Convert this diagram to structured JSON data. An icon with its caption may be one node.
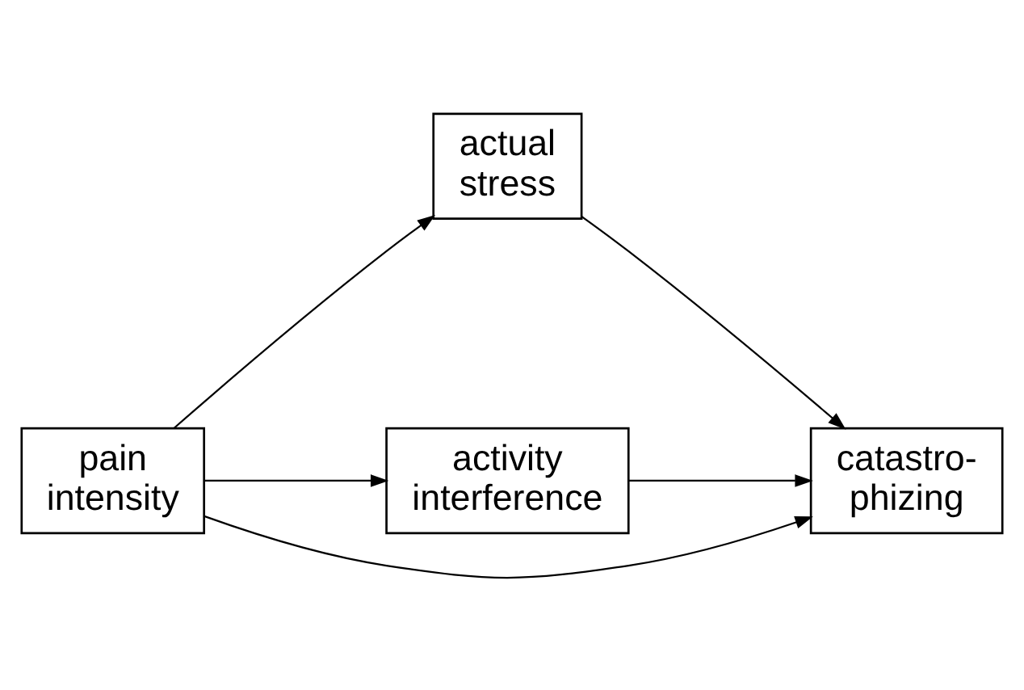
{
  "diagram": {
    "nodes": [
      {
        "text": [
          "pain intensity"
        ]
      },
      {
        "text": [
          "actual stress"
        ]
      },
      {
        "text": [
          "activity interference"
        ]
      },
      {
        "text": [
          "catastro- phizing"
        ]
      }
    ],
    "edges": [
      {
        "from": 0,
        "to": 1,
        "arrow": "to"
      },
      {
        "from": 0,
        "to": 3,
        "arrow": "to"
      },
      {
        "from": 0,
        "to": 2,
        "arrow": "to"
      },
      {
        "from": 1,
        "to": 3,
        "arrow": "to"
      },
      {
        "from": 2,
        "to": 3,
        "arrow": "to"
      }
    ]
  }
}
